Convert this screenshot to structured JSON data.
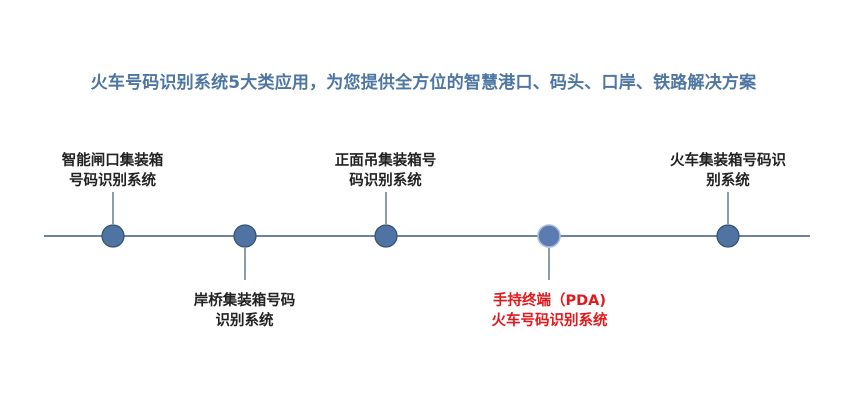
{
  "headline": "火车号码识别系统5大类应用，为您提供全方位的智慧港口、码头、口岸、铁路解决方案",
  "colors": {
    "headline": "#4e76a2",
    "axis": "#3d5a78",
    "node_fill": "#4f73a3",
    "node_highlight_fill": "#5b7cb0",
    "label_text": "#222222",
    "label_highlight": "#e0191c"
  },
  "nodes": [
    {
      "line1": "智能闸口集装箱",
      "line2": "号码识别系统",
      "highlight": false
    },
    {
      "line1": "岸桥集装箱号码",
      "line2": "识别系统",
      "highlight": false
    },
    {
      "line1": "正面吊集装箱号",
      "line2": "码识别系统",
      "highlight": false
    },
    {
      "line1": "手持终端（PDA)",
      "line2": "火车号码识别系统",
      "highlight": true
    },
    {
      "line1": "火车集装箱号码识",
      "line2": "别系统",
      "highlight": false
    }
  ]
}
